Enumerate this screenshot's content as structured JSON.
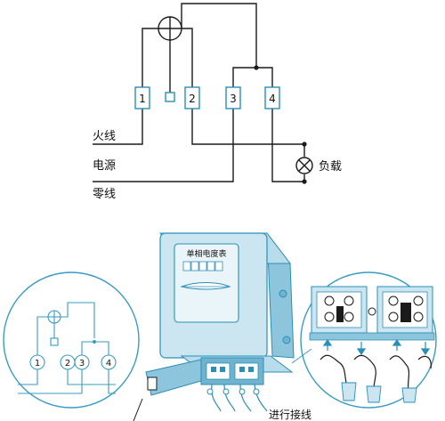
{
  "wiring": {
    "terminals": [
      "1",
      "2",
      "3",
      "4"
    ],
    "labels": {
      "live": "火线",
      "source": "电源",
      "neutral": "零线",
      "load": "负载"
    }
  },
  "meter": {
    "title": "单相电度表",
    "caption": "进行接线"
  },
  "inset": {
    "terminals": [
      "1",
      "2",
      "3",
      "4"
    ]
  },
  "colors": {
    "line": "#1a1a1a",
    "box": "#2a8fb8",
    "meter_fill": "#cbe6f1",
    "meter_dark": "#6fb3cf",
    "inset_stroke": "#3a9cc4"
  }
}
